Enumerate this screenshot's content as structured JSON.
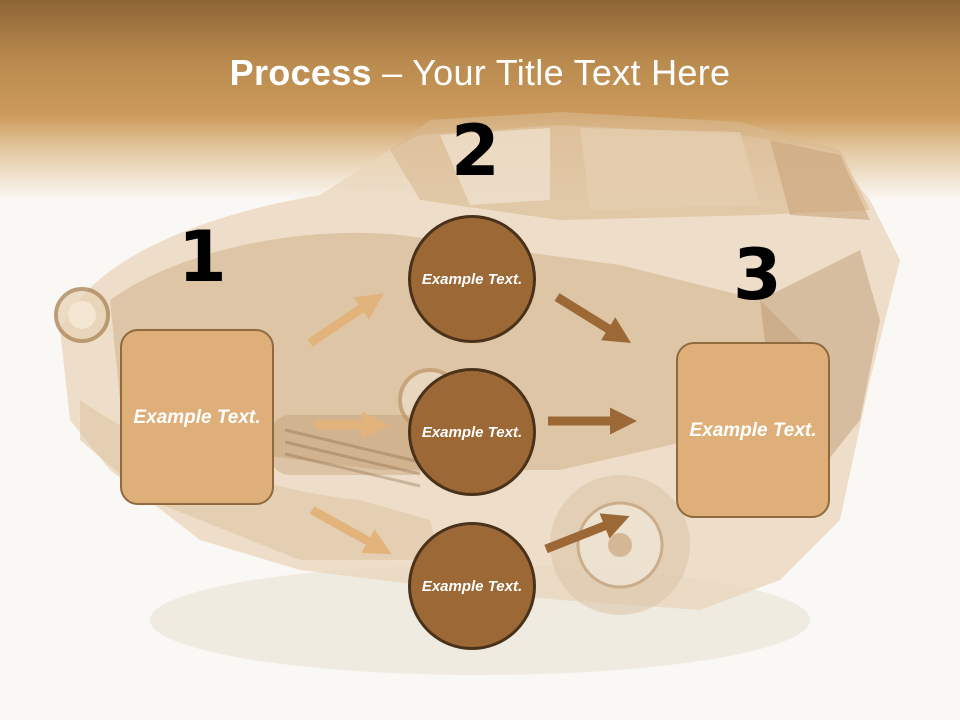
{
  "slide": {
    "title_bold": "Process",
    "title_rest": " – Your Title Text Here"
  },
  "steps": {
    "one": {
      "number": "1",
      "text": "Example Text."
    },
    "two": {
      "number": "2",
      "items": [
        "Example Text.",
        "Example Text.",
        "Example Text."
      ]
    },
    "three": {
      "number": "3",
      "text": "Example Text."
    }
  },
  "colors": {
    "header": "#b98a4e",
    "box_fill": "#deaf79",
    "circle_fill": "#9b6836",
    "arrow_light": "#e2b37a",
    "arrow_dark": "#9b6836"
  },
  "background": {
    "image": "vintage car photo (sepia)"
  }
}
